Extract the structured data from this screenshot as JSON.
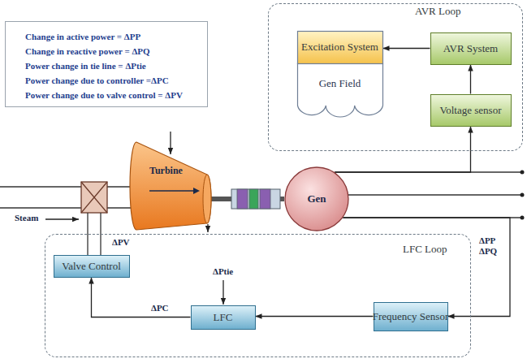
{
  "diagram": {
    "nodes": [
      {
        "text": [
          "Change in active power = ΔPP",
          "Change in reactive power = ΔPQ",
          "Power change in tie line = ΔPtie",
          "Power change due to controller =ΔPC",
          "Power change due to valve control = ΔPV"
        ]
      },
      {
        "text": [
          "AVR Loop"
        ]
      },
      {
        "text": [
          "Excitation System",
          "Gen Field"
        ],
        "in": 1
      },
      {
        "text": [
          "AVR System"
        ],
        "in": 1
      },
      {
        "text": [
          "Voltage sensor"
        ],
        "in": 1
      },
      {
        "text": [
          "Turbine"
        ]
      },
      {
        "text": [
          "Gen"
        ]
      },
      {
        "text": [
          "LFC Loop"
        ]
      },
      {
        "text": [
          "Valve Control"
        ],
        "in": 7
      },
      {
        "text": [
          "LFC"
        ],
        "in": 7
      },
      {
        "text": [
          "Frequency Sensor"
        ],
        "in": 7
      }
    ],
    "edges": [
      {
        "from": 3,
        "to": 2,
        "arrow": "to"
      },
      {
        "from": 4,
        "to": 3,
        "arrow": "to"
      },
      {
        "from": 6,
        "to": 4,
        "arrow": "to"
      },
      {
        "from": 6,
        "to": 10,
        "label": "ΔPP ΔPQ",
        "arrow": "to"
      },
      {
        "from": 10,
        "to": 9,
        "arrow": "to"
      },
      {
        "from": 9,
        "to": 8,
        "label": "ΔPC",
        "arrow": "to"
      },
      {
        "from": 5,
        "to": 6,
        "arrow": "none"
      }
    ],
    "labels": [
      "Steam",
      "ΔPV",
      "ΔPtie"
    ]
  }
}
